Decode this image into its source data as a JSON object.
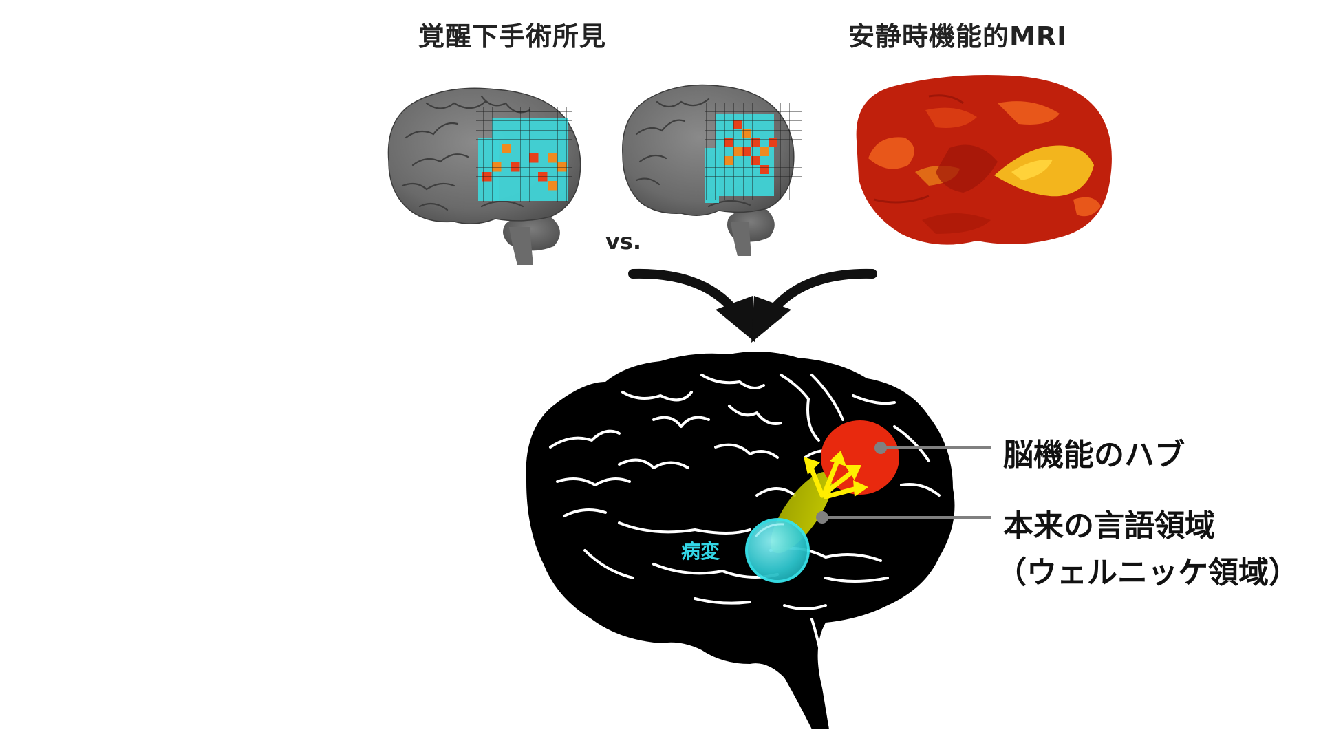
{
  "headings": {
    "left": "覚醒下手術所見",
    "right": "安静時機能的MRI"
  },
  "vs_label": "vs.",
  "lesion_label": "病変",
  "callouts": {
    "hub": "脳機能のハブ",
    "language_line1": "本来の言語領域",
    "language_line2": "（ウェルニッケ領域）"
  },
  "colors": {
    "grid_fill": "#3fd3d6",
    "hub": "#e8290e",
    "language_area": "#cdd300",
    "lesion": "#2fd5df",
    "arrows": "#ffee00",
    "brain_silhouette": "#000000",
    "surface_base": "#c0200c",
    "surface_hot": "#f3b51d"
  },
  "icons": {
    "grid_brain_1": "brain-grid-mapping-icon",
    "grid_brain_2": "brain-grid-mapping-icon",
    "fmri_surface": "inflated-cortex-icon",
    "merge_arrows": "converging-arrows-icon",
    "main_brain": "brain-silhouette-icon"
  }
}
